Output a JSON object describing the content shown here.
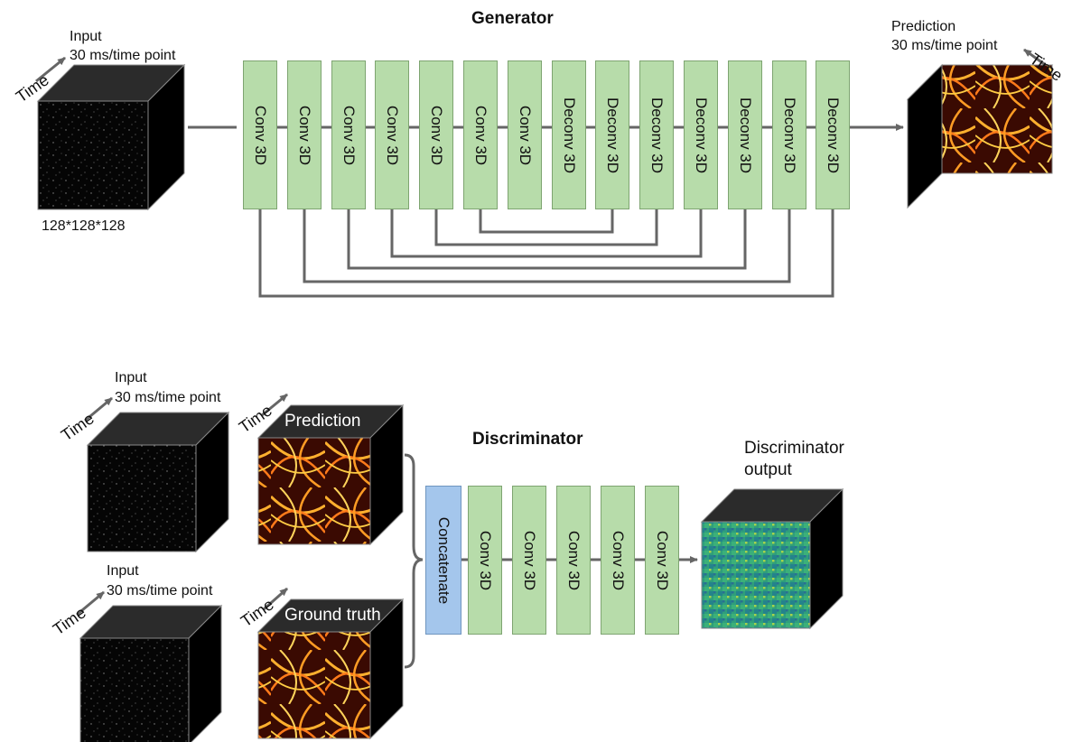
{
  "generator": {
    "title": "Generator",
    "input_label": "Input",
    "input_rate": "30 ms/time point",
    "input_size": "128*128*128",
    "time_label": "Time",
    "prediction_label": "Prediction",
    "prediction_rate": "30 ms/time point",
    "layers": [
      "Conv 3D",
      "Conv 3D",
      "Conv 3D",
      "Conv 3D",
      "Conv 3D",
      "Conv 3D",
      "Conv 3D",
      "Deconv 3D",
      "Deconv 3D",
      "Deconv 3D",
      "Deconv 3D",
      "Deconv 3D",
      "Deconv 3D",
      "Deconv 3D"
    ]
  },
  "discriminator": {
    "title": "Discriminator",
    "input1_label": "Input",
    "input1_rate": "30 ms/time point",
    "input2_label": "Input",
    "input2_rate": "30 ms/time point",
    "time_label": "Time",
    "prediction_overlay": "Prediction",
    "ground_truth_overlay": "Ground truth",
    "concat_label": "Concatenate",
    "layers": [
      "Conv 3D",
      "Conv 3D",
      "Conv 3D",
      "Conv 3D",
      "Conv 3D"
    ],
    "output_label_line1": "Discriminator",
    "output_label_line2": "output"
  },
  "colors": {
    "layer_fill": "#b7dcaa",
    "concat_fill": "#a4c6ec",
    "connector": "#666666",
    "cube_dark": "#000000",
    "cube_top": "#2b2b2b"
  }
}
